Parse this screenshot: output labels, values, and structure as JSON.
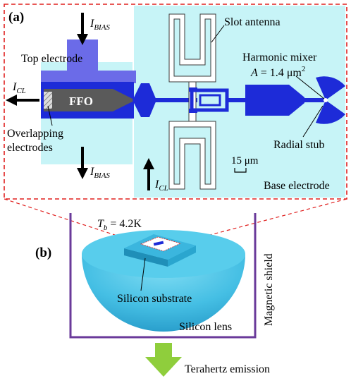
{
  "panel_a": {
    "tag": "(a)",
    "i_bias_top": {
      "base": "I",
      "sub": "BIAS"
    },
    "i_bias_bottom": {
      "base": "I",
      "sub": "BIAS"
    },
    "i_cl_left": {
      "base": "I",
      "sub": "CL"
    },
    "i_cl_bottom": {
      "base": "I",
      "sub": "CL"
    },
    "top_electrode": "Top electrode",
    "ffo": "FFO",
    "overlapping_line1": "Overlapping",
    "overlapping_line2": "electrodes",
    "slot_antenna": "Slot antenna",
    "harmonic_mixer": "Harmonic mixer",
    "area": {
      "prefix": "A",
      "value": " = 1.4 ",
      "unit": "μm",
      "exp": "2"
    },
    "radial_stub": "Radial stub",
    "scale_bar": "15 μm",
    "base_electrode": "Base electrode"
  },
  "panel_b": {
    "tag": "(b)",
    "temperature": {
      "base": "T",
      "sub": "b",
      "value": " = 4.2K"
    },
    "silicon_substrate": "Silicon substrate",
    "silicon_lens": "Silicon lens",
    "magnetic_shield": "Magnetic shield",
    "terahertz_emission": "Terahertz emission"
  },
  "colors": {
    "base_electrode": "#c7f4f7",
    "electrode_blue": "#1d2bd8",
    "top_electrode": "#6b6be8",
    "ffo_gray": "#5a5a5a",
    "frame_red": "#e0201f",
    "shield_purple": "#6a3a9a",
    "lens_cyan": "#4cc6e8",
    "arrow_green": "#8fce3c"
  }
}
